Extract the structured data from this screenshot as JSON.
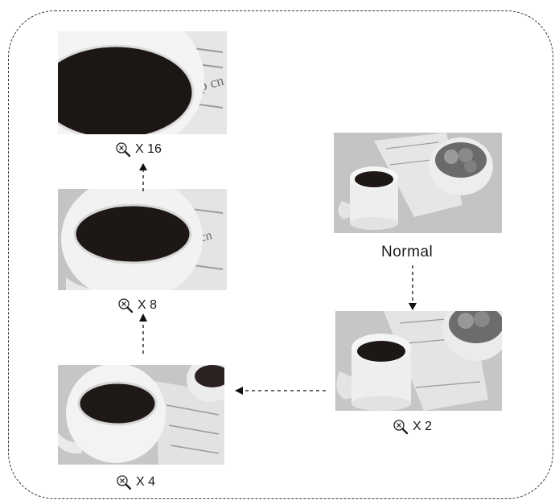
{
  "views": [
    {
      "id": "normal",
      "label": "Normal"
    },
    {
      "id": "x2",
      "label": "X 2"
    },
    {
      "id": "x4",
      "label": "X 4"
    },
    {
      "id": "x8",
      "label": "X 8"
    },
    {
      "id": "x16",
      "label": "X 16"
    }
  ],
  "icons": {
    "zoom": "zoom-in-magnifier-icon"
  },
  "colors": {
    "frame": "#333333",
    "arrow": "#111111",
    "coffee": "#1a1412"
  }
}
